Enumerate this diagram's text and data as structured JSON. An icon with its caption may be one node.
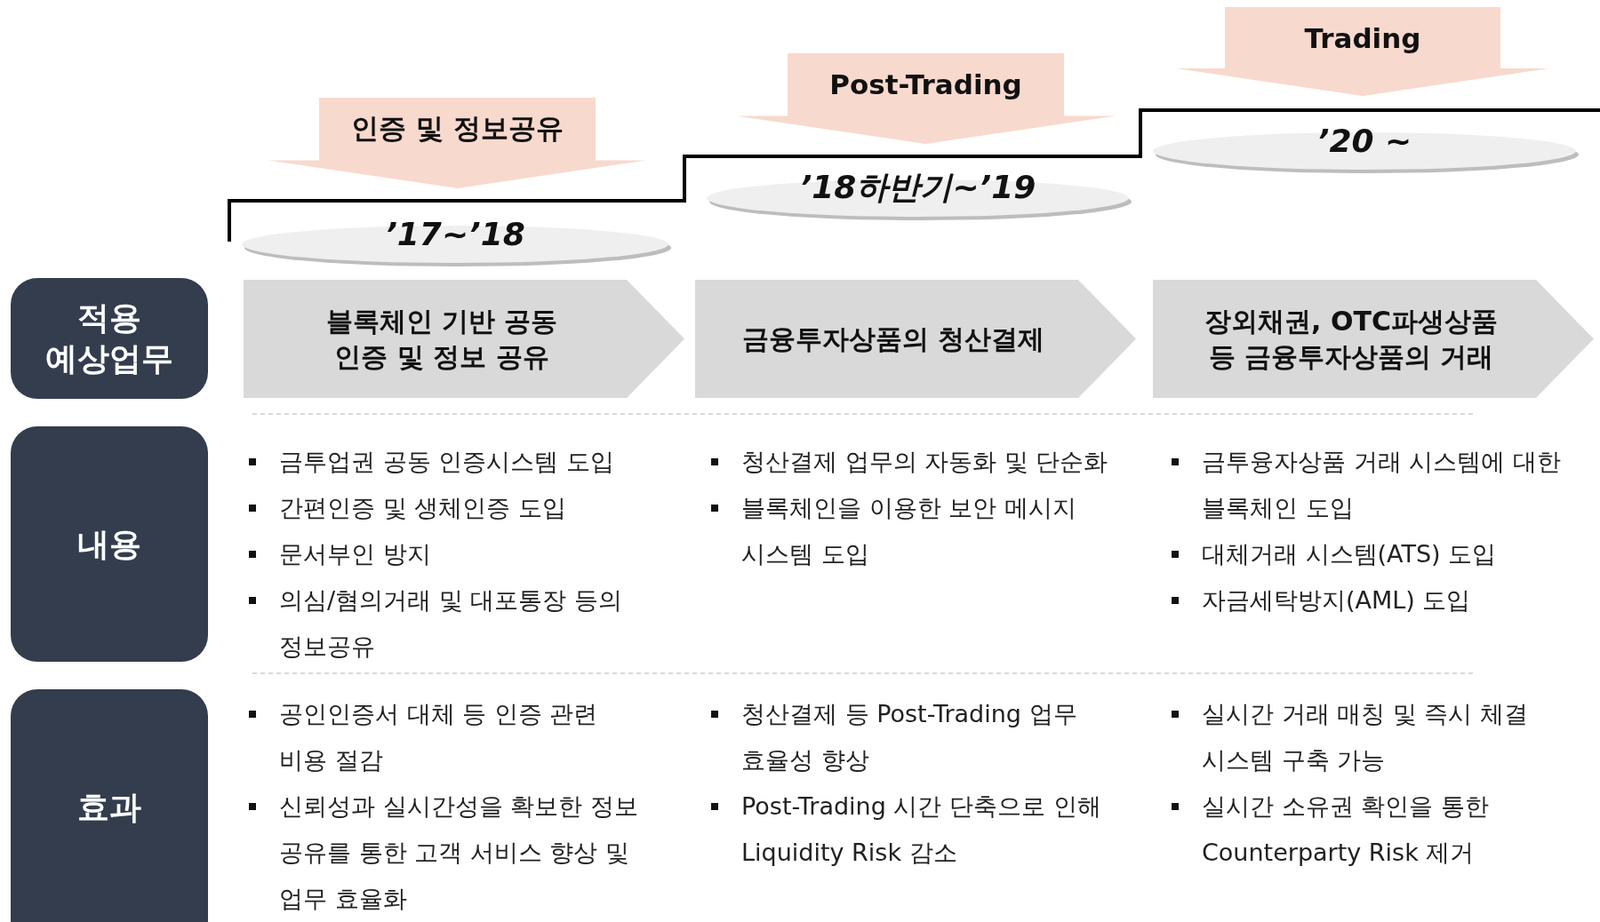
{
  "diagram": {
    "nodes": [
      {
        "text": [
          "인증 및 정보공유"
        ]
      },
      {
        "text": [
          "’17~’18"
        ]
      },
      {
        "text": [
          "Post-Trading"
        ]
      },
      {
        "text": [
          "’18하반기~’19"
        ]
      },
      {
        "text": [
          "Trading"
        ]
      },
      {
        "text": [
          "’20 ~"
        ]
      },
      {
        "text": [
          "적용 예상업무"
        ]
      },
      {
        "text": [
          "블록체인 기반 공동 인증 및 정보 공유"
        ]
      },
      {
        "text": [
          "금융투자상품의 청산결제"
        ]
      },
      {
        "text": [
          "장외채권, OTC파생상품 등 금융투자상품의 거래"
        ]
      },
      {
        "text": [
          "내용"
        ]
      },
      {
        "text": [
          "효과"
        ]
      }
    ],
    "labels": [
      "금투업권 공동 인증시스템 도입",
      "간편인증 및 생체인증 도입",
      "문서부인 방지",
      "의심/혐의거래 및 대포통장 등의 정보공유",
      "청산결제 업무의 자동화 및 단순화",
      "블록체인을 이용한 보안 메시지 시스템 도입",
      "금투융자상품 거래 시스템에 대한 블록체인 도입",
      "대체거래 시스템(ATS) 도입",
      "자금세탁방지(AML) 도입",
      "공인인증서 대체 등 인증 관련 비용 절감",
      "신뢰성과 실시간성을 확보한 정보 공유를 통한 고객 서비스 향상 및 업무 효율화",
      "청산결제 등 Post-Trading 업무 효율성 향상",
      "Post-Trading 시간 단축으로 인해 Liquidity Risk 감소",
      "실시간 거래 매칭 및 즉시 체결 시스템 구축 가능",
      "실시간 소유권 확인을 통한 Counterparty Risk 제거"
    ]
  }
}
